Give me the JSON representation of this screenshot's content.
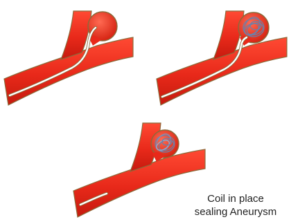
{
  "caption": {
    "line1": "Coil in place",
    "line2": "sealing Aneurysm"
  },
  "colors": {
    "vessel": "#e8291a",
    "vessel_dark": "#c51a0e",
    "vessel_outline": "#8b6a3a",
    "catheter": "#ffffff",
    "coil": "#6f7fa6",
    "coil_light": "#c9d3ea"
  },
  "stages": [
    {
      "label": "catheter entering aneurysm"
    },
    {
      "label": "coil deployed in aneurysm"
    },
    {
      "label": "catheter withdrawn"
    }
  ]
}
